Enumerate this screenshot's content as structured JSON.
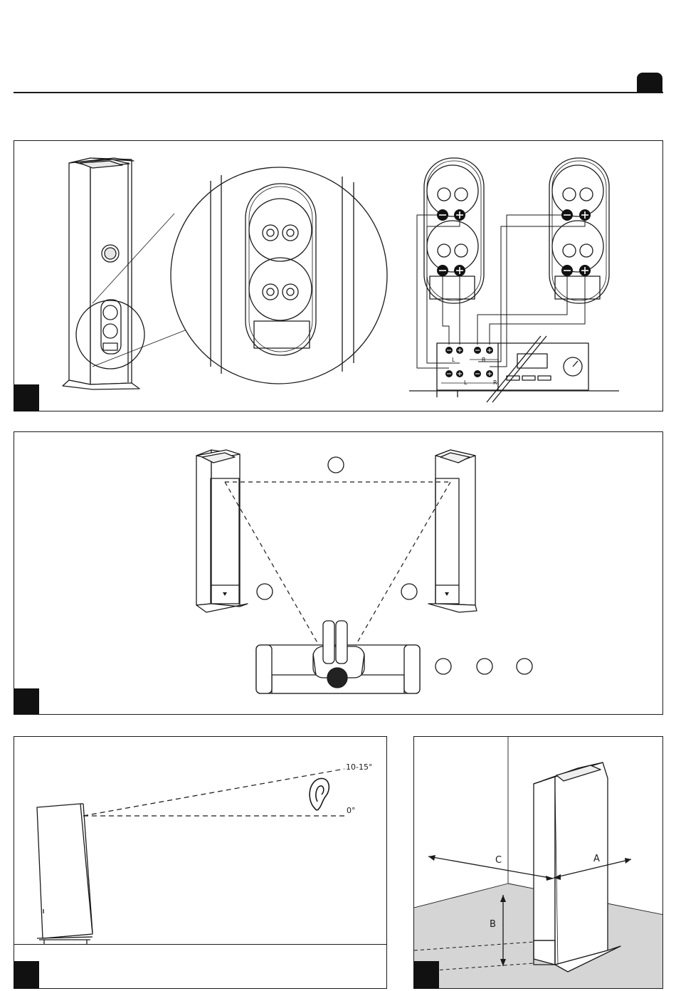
{
  "step_badges": [
    "",
    "",
    "",
    ""
  ],
  "amplifier": {
    "upper_left_label": "L",
    "upper_right_label": "R",
    "lower_left_label": "L",
    "lower_right_label": "R"
  },
  "tilt": {
    "upper_angle": "10-15°",
    "lower_angle": "0°"
  },
  "distances": {
    "a": "A",
    "b": "B",
    "c": "C"
  },
  "placement_markers": [
    "",
    "",
    "",
    "",
    "",
    ""
  ]
}
